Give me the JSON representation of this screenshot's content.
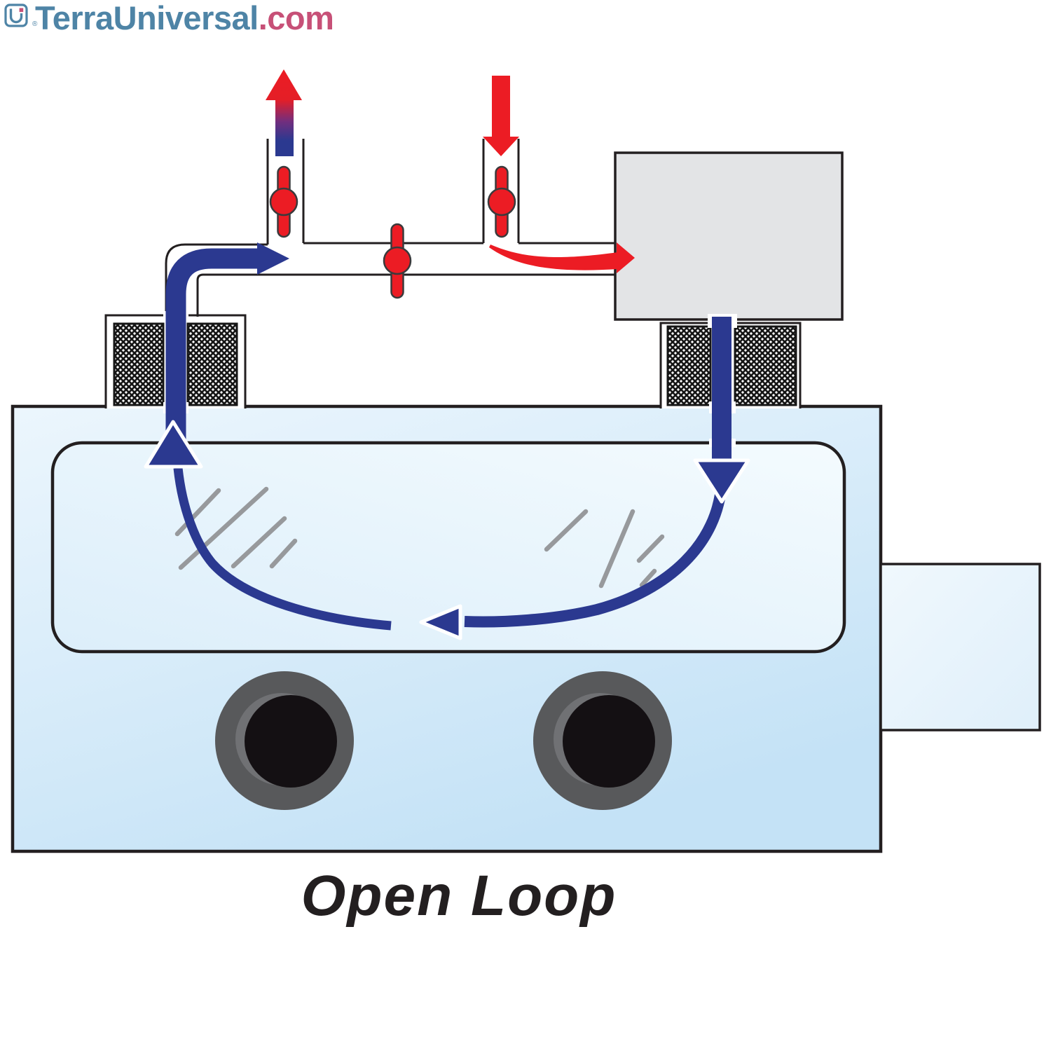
{
  "logo": {
    "brand": "TerraUniversal",
    "tld": ".com",
    "registered": "®",
    "icon": "terra-universal-monogram-icon"
  },
  "title": {
    "text": "Open Loop"
  },
  "colors": {
    "logo_blue": "#4E84A6",
    "logo_pink": "#C75077",
    "flow_blue": "#2B3990",
    "alert_red": "#EC1C24",
    "line_black": "#231F20",
    "blower_gray": "#E3E4E6",
    "body_blue_light": "#ECF6FD",
    "body_blue_deep": "#C4E2F6",
    "window_blue": "#DCEEFA",
    "port_ring_gray": "#58595B",
    "port_inner_black": "#141013",
    "reflection_gray": "#97999C"
  },
  "icons": {
    "exhaust_arrow": "up-arrow-red-to-blue-gradient",
    "inlet_arrow": "down-arrow-red",
    "valves": "red-ball-valve",
    "filters": "crosshatch-filter-media",
    "flow_loop": "blue-circulation-arrows"
  }
}
